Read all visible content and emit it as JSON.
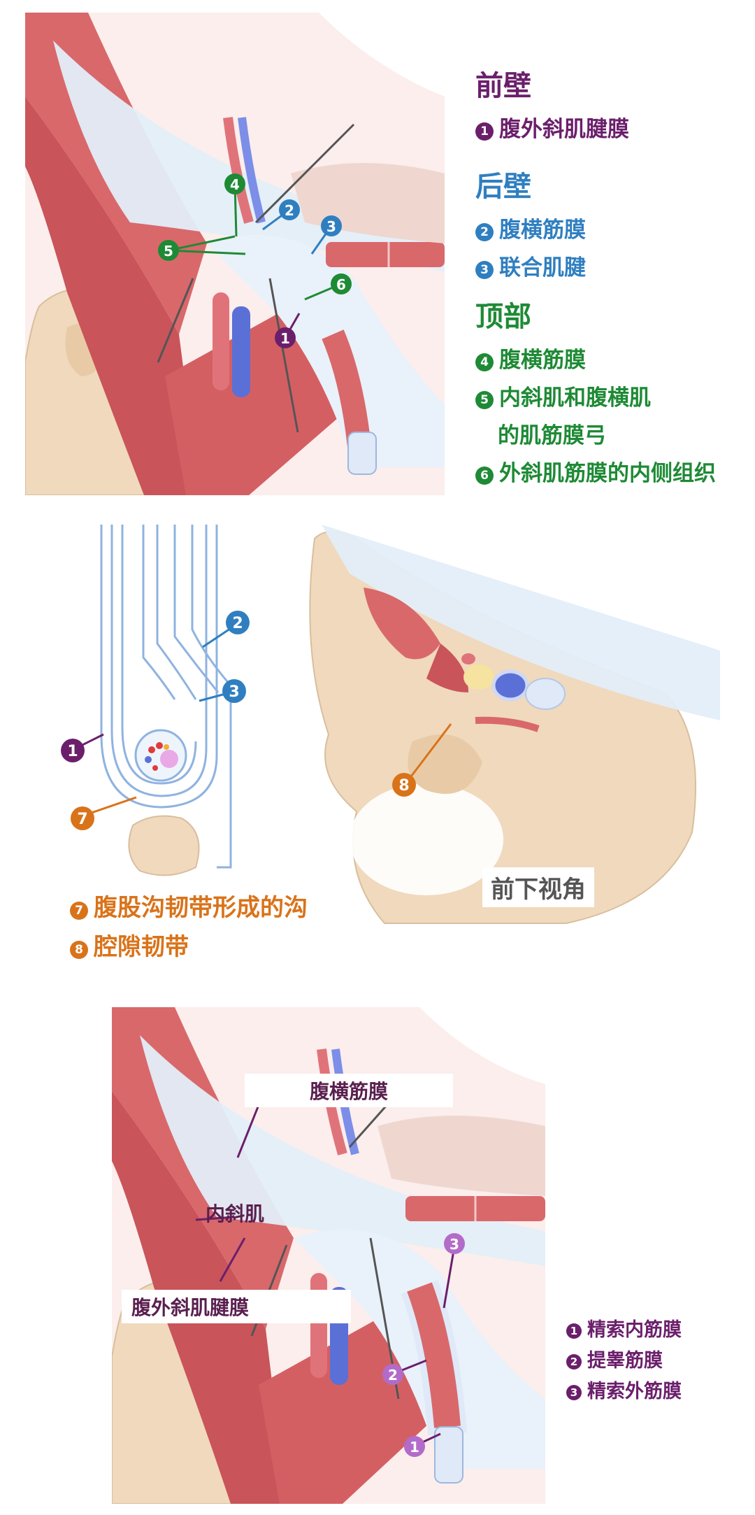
{
  "panel1": {
    "callouts": [
      "4",
      "2",
      "3",
      "5",
      "6",
      "1"
    ]
  },
  "legend_top": {
    "anterior": {
      "heading": "前壁",
      "items": [
        {
          "num": "1",
          "text": "腹外斜肌腱膜"
        }
      ]
    },
    "posterior": {
      "heading": "后壁",
      "items": [
        {
          "num": "2",
          "text": "腹横筋膜"
        },
        {
          "num": "3",
          "text": "联合肌腱"
        }
      ]
    },
    "roof": {
      "heading": "顶部",
      "items": [
        {
          "num": "4",
          "text": "腹横筋膜"
        },
        {
          "num": "5",
          "text": "内斜肌和腹横肌",
          "text2": "的肌筋膜弓"
        },
        {
          "num": "6",
          "text": "外斜肌筋膜的内侧组织"
        }
      ]
    }
  },
  "panel2": {
    "callouts": [
      "2",
      "3",
      "1",
      "7"
    ]
  },
  "panel3": {
    "callouts": [
      "8"
    ],
    "view_label": "前下视角"
  },
  "legend_mid": {
    "items": [
      {
        "num": "7",
        "text": "腹股沟韧带形成的沟"
      },
      {
        "num": "8",
        "text": "腔隙韧带"
      }
    ]
  },
  "panel4": {
    "labels": {
      "transversalis": "腹横筋膜",
      "internal_oblique": "内斜肌",
      "external_aponeurosis": "腹外斜肌腱膜"
    },
    "callouts": [
      "3",
      "2",
      "1"
    ]
  },
  "legend_bottom": {
    "items": [
      {
        "num": "1",
        "text": "精索内筋膜"
      },
      {
        "num": "2",
        "text": "提睾筋膜"
      },
      {
        "num": "3",
        "text": "精索外筋膜"
      }
    ]
  },
  "colors": {
    "purple": "#6b1f6b",
    "blue": "#2f7fc0",
    "green": "#1e8a35",
    "orange": "#d9731a",
    "muscle": "#d9686b",
    "bone": "#f0d9bd",
    "fascia": "#e3eef9"
  }
}
